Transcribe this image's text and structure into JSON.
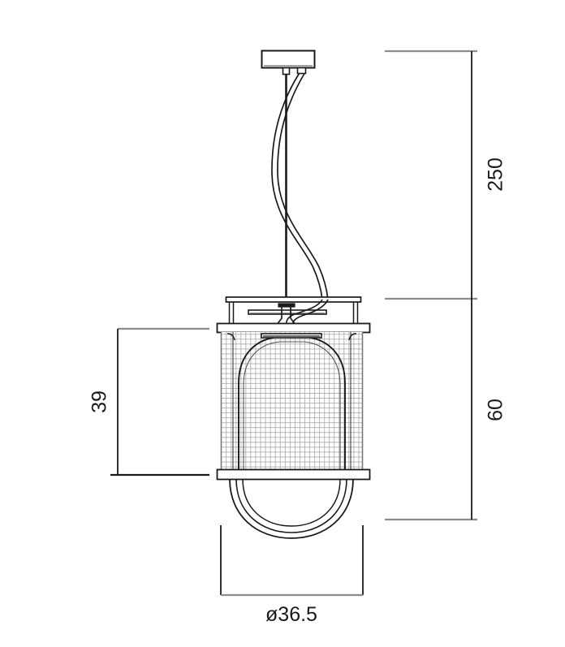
{
  "drawing": {
    "title": "Pendant lamp technical dimension drawing",
    "background_color": "#ffffff",
    "line_color": "#1a1a1a",
    "mesh_color": "#9a9a9a",
    "extension_line_color": "#8c8c8c",
    "units_note": "",
    "dimensions": {
      "suspension_height": {
        "label": "250",
        "orientation": "vertical",
        "position": "right"
      },
      "body_height": {
        "label": "60",
        "orientation": "vertical",
        "position": "right"
      },
      "shade_height": {
        "label": "39",
        "orientation": "vertical",
        "position": "left"
      },
      "diameter": {
        "label": "ø36.5",
        "orientation": "horizontal",
        "position": "bottom"
      }
    },
    "parts": {
      "ceiling_canopy": "ceiling-canopy",
      "suspension_rod": "suspension-rod",
      "power_cord": "power-cord",
      "top_plate": "top-plate",
      "lamp_socket": "lamp-socket",
      "top_ring": "top-ring",
      "mesh_cage": "mesh-cage",
      "glass_diffuser": "glass-diffuser",
      "bottom_ring": "bottom-ring",
      "bottom_dome": "bottom-dome"
    }
  }
}
